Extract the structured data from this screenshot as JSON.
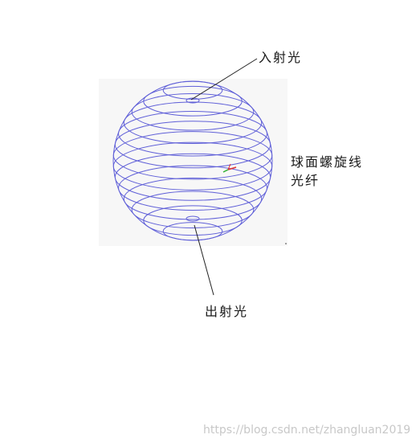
{
  "labels": {
    "incident_light": "入射光",
    "outgoing_light": "出射光",
    "fiber_line1": "球面螺旋线",
    "fiber_line2": "光纤"
  },
  "watermark": "https://blog.csdn.net/zhangluan2019",
  "colors": {
    "spiral": "#6060d8",
    "leader_line": "#222222",
    "background_panel": "#f7f7f7",
    "axis_marker_red": "#e03030",
    "axis_marker_green": "#30b030"
  }
}
